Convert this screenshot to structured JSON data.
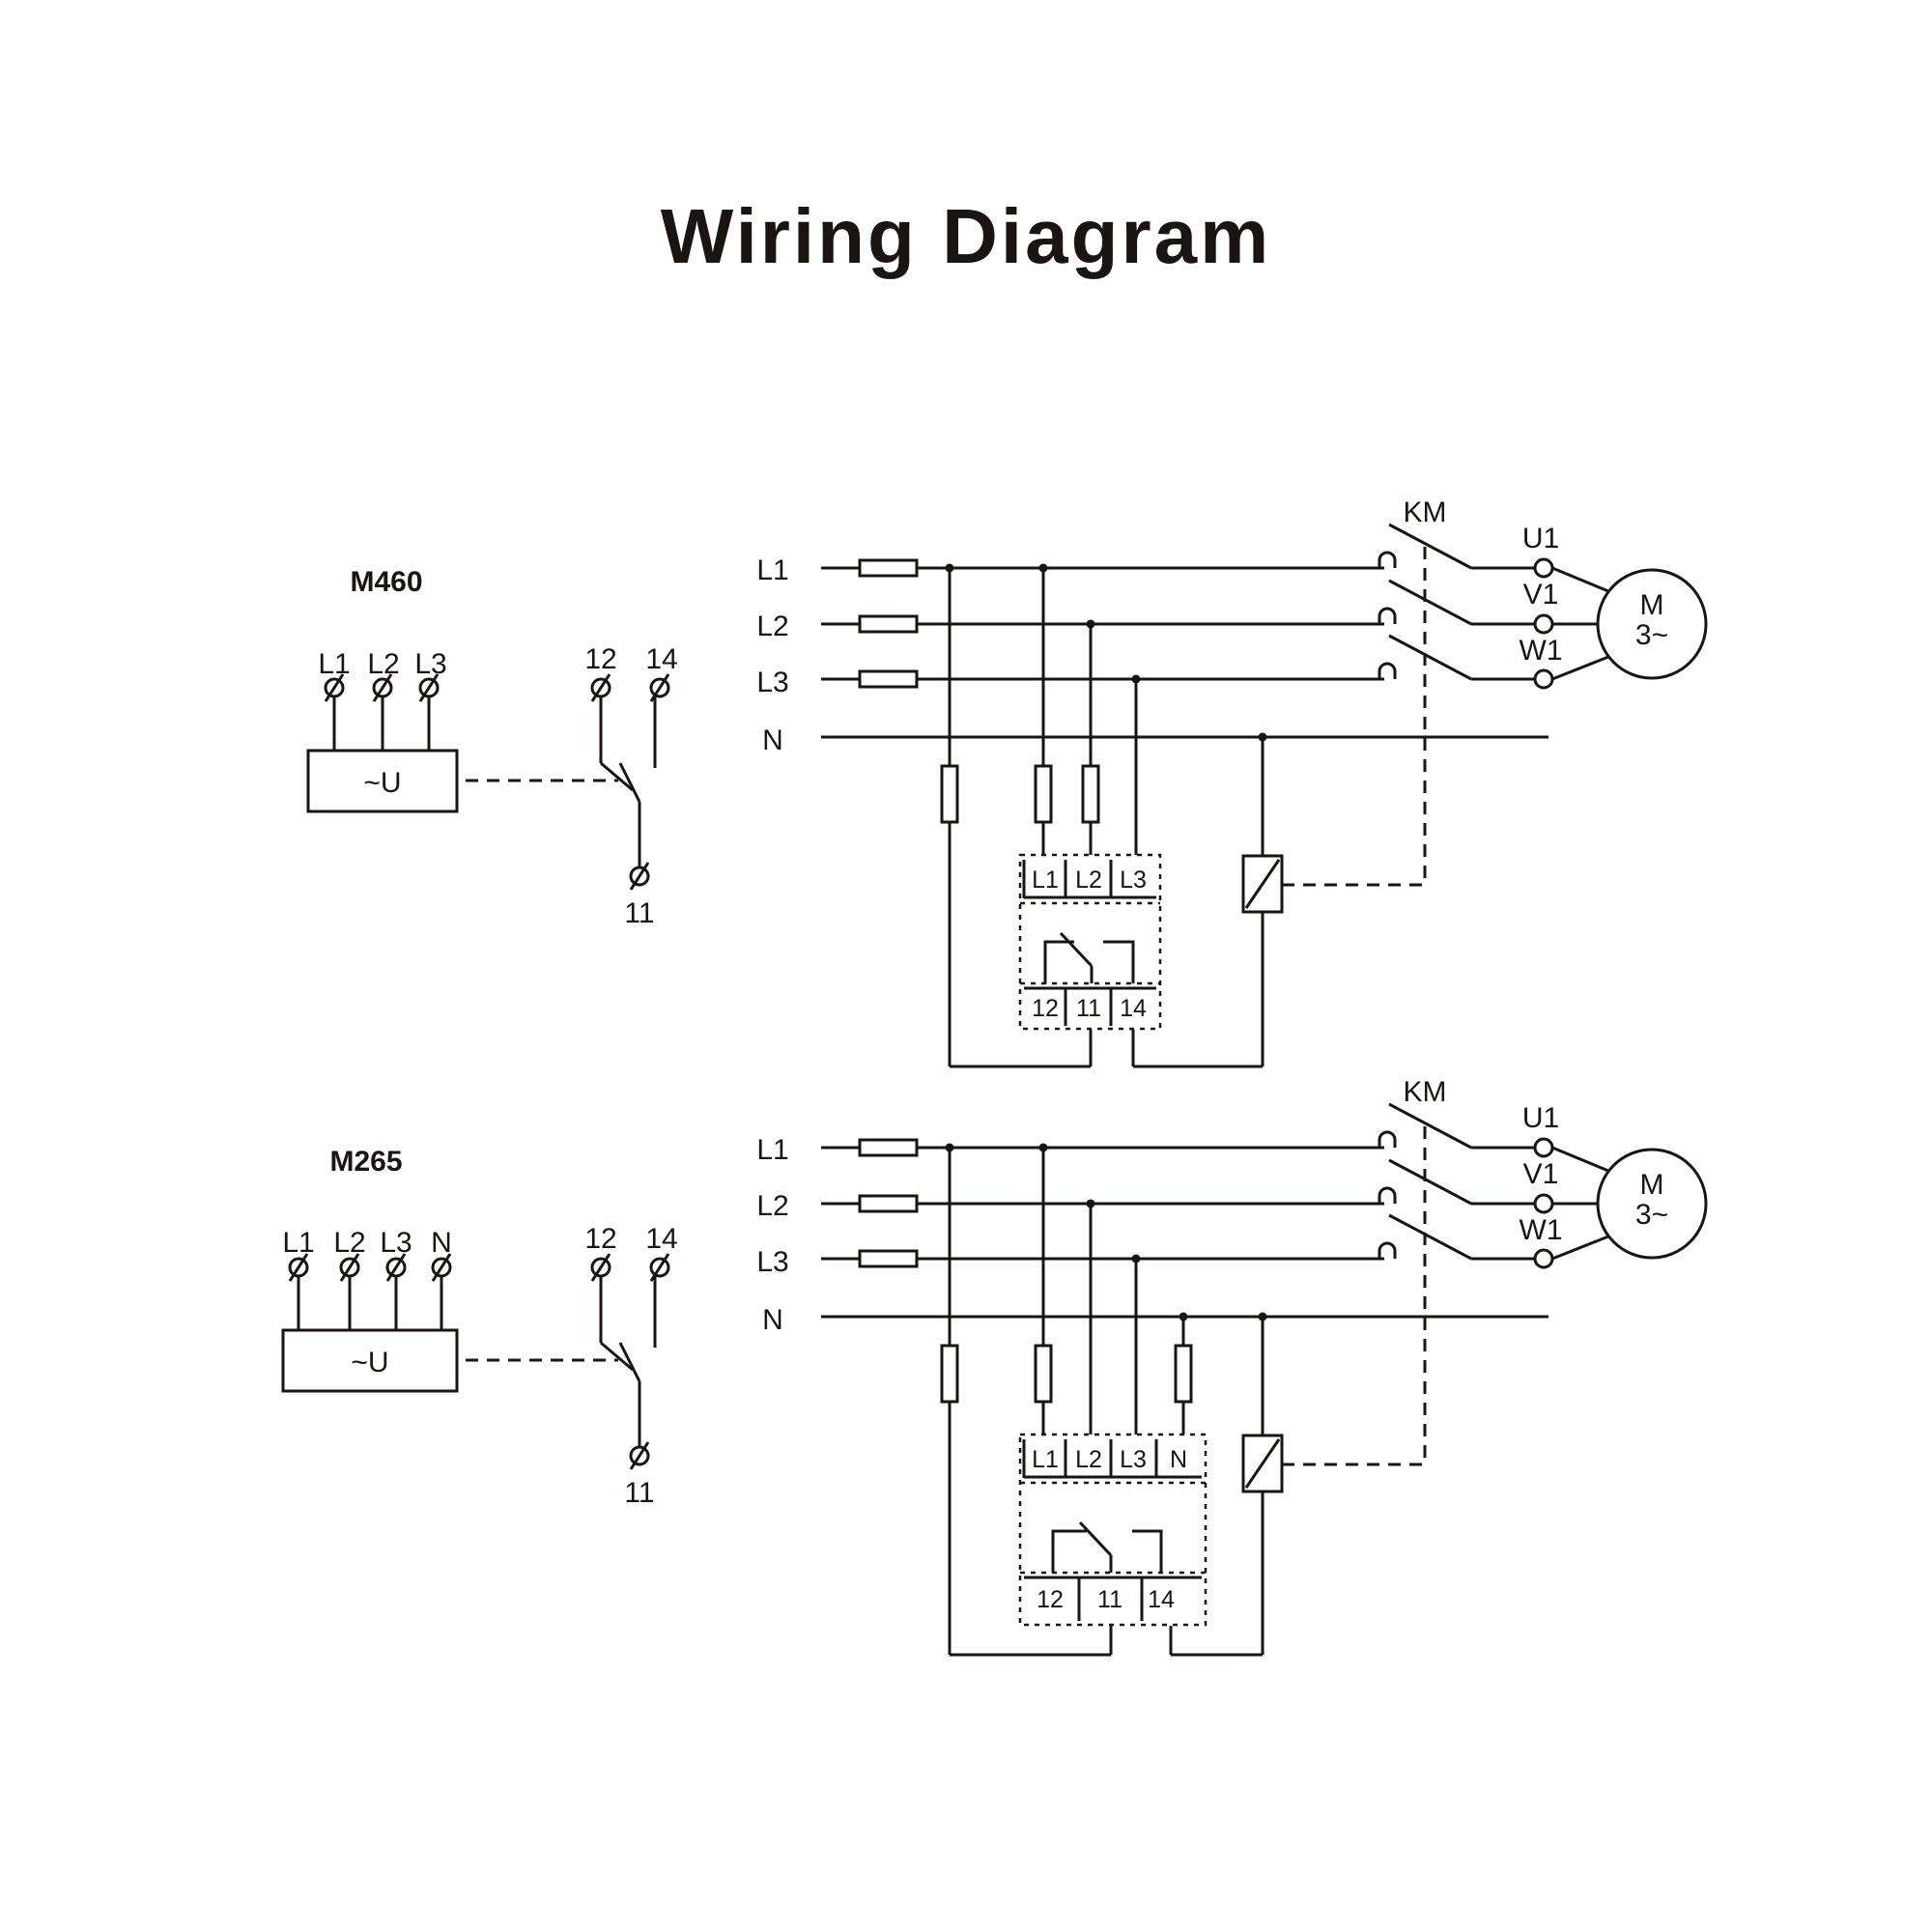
{
  "title": "Wiring Diagram",
  "colors": {
    "ink": "#1a1412",
    "background": "#ffffff"
  },
  "diagrams": [
    {
      "model": "M460",
      "device_terminals": [
        "L1",
        "L2",
        "L3"
      ],
      "device_label": "~U",
      "contact_terminals": [
        "12",
        "14",
        "11"
      ],
      "lines": [
        "L1",
        "L2",
        "L3",
        "N"
      ],
      "contactor": "KM",
      "motor_terminals": [
        "U1",
        "V1",
        "W1"
      ],
      "motor_label_1": "M",
      "motor_label_2": "3~",
      "relay_inputs": [
        "L1",
        "L2",
        "L3"
      ],
      "relay_outputs": [
        "12",
        "11",
        "14"
      ]
    },
    {
      "model": "M265",
      "device_terminals": [
        "L1",
        "L2",
        "L3",
        "N"
      ],
      "device_label": "~U",
      "contact_terminals": [
        "12",
        "14",
        "11"
      ],
      "lines": [
        "L1",
        "L2",
        "L3",
        "N"
      ],
      "contactor": "KM",
      "motor_terminals": [
        "U1",
        "V1",
        "W1"
      ],
      "motor_label_1": "M",
      "motor_label_2": "3~",
      "relay_inputs": [
        "L1",
        "L2",
        "L3",
        "N"
      ],
      "relay_outputs": [
        "12",
        "11",
        "14"
      ]
    }
  ]
}
